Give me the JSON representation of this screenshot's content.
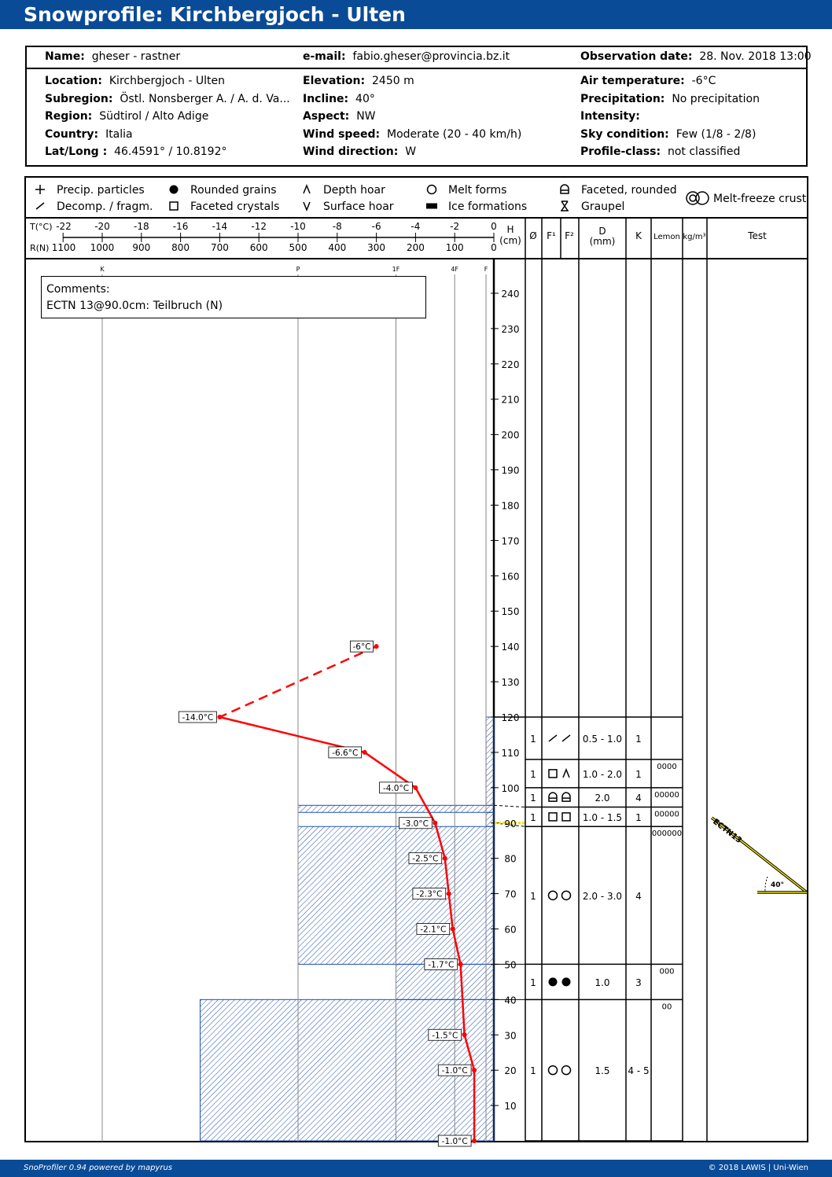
{
  "title": "Snowprofile: Kirchbergjoch - Ulten",
  "info": {
    "name_label": "Name:",
    "name": "gheser - rastner",
    "email_label": "e-mail:",
    "email": "fabio.gheser@provincia.bz.it",
    "date_label": "Observation date:",
    "date": "28. Nov. 2018 13:00",
    "rows": [
      [
        {
          "k": "Location:",
          "v": "Kirchbergjoch - Ulten"
        },
        {
          "k": "Elevation:",
          "v": "2450 m"
        },
        {
          "k": "Air temperature:",
          "v": "-6°C"
        }
      ],
      [
        {
          "k": "Subregion:",
          "v": "Östl. Nonsberger A. / A. d. Va..."
        },
        {
          "k": "Incline:",
          "v": "40°"
        },
        {
          "k": "Precipitation:",
          "v": "No precipitation"
        }
      ],
      [
        {
          "k": "Region:",
          "v": "Südtirol / Alto Adige"
        },
        {
          "k": "Aspect:",
          "v": "NW"
        },
        {
          "k": "Intensity:",
          "v": ""
        }
      ],
      [
        {
          "k": "Country:",
          "v": "Italia"
        },
        {
          "k": "Wind speed:",
          "v": "Moderate (20 - 40 km/h)"
        },
        {
          "k": "Sky condition:",
          "v": "Few (1/8 - 2/8)"
        }
      ],
      [
        {
          "k": "Lat/Long :",
          "v": "46.4591° / 10.8192°"
        },
        {
          "k": "Wind direction:",
          "v": "W"
        },
        {
          "k": "Profile-class:",
          "v": "not classified"
        }
      ]
    ]
  },
  "legend": [
    {
      "icon": "plus",
      "label": "Precip. particles"
    },
    {
      "icon": "slash",
      "label": "Decomp. / fragm."
    },
    {
      "icon": "dot",
      "label": "Rounded grains"
    },
    {
      "icon": "square",
      "label": "Faceted crystals"
    },
    {
      "icon": "caret-up",
      "label": "Depth hoar"
    },
    {
      "icon": "caret-down",
      "label": "Surface hoar"
    },
    {
      "icon": "circle",
      "label": "Melt forms"
    },
    {
      "icon": "bar",
      "label": "Ice formations"
    },
    {
      "icon": "faceted-rounded",
      "label": "Faceted, rounded"
    },
    {
      "icon": "graupel",
      "label": "Graupel"
    },
    {
      "icon": "melt-freeze",
      "label": "Melt-freeze crust"
    }
  ],
  "columns": {
    "h": "H",
    "h_unit": "(cm)",
    "o": "Ø",
    "f1": "F¹",
    "f2": "F²",
    "d": "D",
    "d_unit": "(mm)",
    "k": "K",
    "lemon": "Lemon",
    "density": "kg/m³",
    "test": "Test"
  },
  "comments": {
    "label": "Comments:",
    "text": "ECTN 13@90.0cm: Teilbruch (N)"
  },
  "footer": {
    "left": "SnoProfiler 0.94 powered by mapyrus",
    "right": "© 2018 LAWIS | Uni-Wien"
  },
  "chart_data": {
    "type": "line",
    "title": "Snowprofile temperature and hardness",
    "t_axis": {
      "label": "T(°C)",
      "ticks": [
        -22,
        -20,
        -18,
        -16,
        -14,
        -12,
        -10,
        -8,
        -6,
        -4,
        -2,
        0
      ]
    },
    "r_axis": {
      "label": "R(N)",
      "ticks": [
        1100,
        1000,
        900,
        800,
        700,
        600,
        500,
        400,
        300,
        200,
        100,
        0
      ]
    },
    "hardness_ticks": [
      {
        "label": "K",
        "r": 1000
      },
      {
        "label": "P",
        "r": 500
      },
      {
        "label": "1F",
        "r": 250
      },
      {
        "label": "4F",
        "r": 100
      },
      {
        "label": "F",
        "r": 20
      }
    ],
    "h_axis": {
      "label": "H (cm)",
      "ticks": [
        10,
        20,
        30,
        40,
        50,
        60,
        70,
        80,
        90,
        100,
        110,
        120,
        130,
        140,
        150,
        160,
        170,
        180,
        190,
        200,
        210,
        220,
        230,
        240
      ]
    },
    "air_temperature": {
      "h": 140,
      "t": -6,
      "label": "-6°C"
    },
    "temperature": [
      {
        "h": 120,
        "t": -14.0,
        "label": "-14.0°C"
      },
      {
        "h": 110,
        "t": -6.6,
        "label": "-6.6°C"
      },
      {
        "h": 100,
        "t": -4.0,
        "label": "-4.0°C"
      },
      {
        "h": 90,
        "t": -3.0,
        "label": "-3.0°C"
      },
      {
        "h": 80,
        "t": -2.5,
        "label": "-2.5°C"
      },
      {
        "h": 70,
        "t": -2.3,
        "label": "-2.3°C"
      },
      {
        "h": 60,
        "t": -2.1,
        "label": "-2.1°C"
      },
      {
        "h": 50,
        "t": -1.7,
        "label": "-1.7°C"
      },
      {
        "h": 30,
        "t": -1.5,
        "label": "-1.5°C"
      },
      {
        "h": 20,
        "t": -1.0,
        "label": "-1.0°C"
      },
      {
        "h": 0,
        "t": -1.0,
        "label": "-1.0°C"
      }
    ],
    "hardness": [
      {
        "from": 0,
        "to": 40,
        "r": 750
      },
      {
        "from": 40,
        "to": 50,
        "r": 250
      },
      {
        "from": 50,
        "to": 89,
        "r": 500
      },
      {
        "from": 89,
        "to": 93,
        "r": 20
      },
      {
        "from": 93,
        "to": 95,
        "r": 500
      },
      {
        "from": 95,
        "to": 120,
        "r": 20
      }
    ],
    "layers": [
      {
        "from": 108,
        "to": 120,
        "top_profile": 120,
        "o": "1",
        "f1": "slash",
        "f2": "slash",
        "d": "0.5 - 1.0",
        "k": "1",
        "lemon": ""
      },
      {
        "from": 100,
        "to": 108,
        "top_profile": 108,
        "o": "1",
        "f1": "square",
        "f2": "caret-up",
        "d": "1.0 - 2.0",
        "k": "1",
        "lemon": "0000"
      },
      {
        "from": 94.5,
        "to": 100,
        "top_profile": 100,
        "o": "1",
        "f1": "faceted-rounded",
        "f2": "faceted-rounded",
        "d": "2.0",
        "k": "4",
        "lemon": "00000"
      },
      {
        "from": 89,
        "to": 94.5,
        "top_profile": 95,
        "o": "1",
        "f1": "square",
        "f2": "square",
        "d": "1.0 - 1.5",
        "k": "1",
        "lemon": "00000"
      },
      {
        "from": 50,
        "to": 89,
        "top_profile": 90,
        "o": "1",
        "f1": "circle",
        "f2": "circle",
        "d": "2.0 - 3.0",
        "k": "4",
        "lemon": "000000"
      },
      {
        "from": 40,
        "to": 50,
        "top_profile": 50,
        "o": "1",
        "f1": "dot",
        "f2": "dot",
        "d": "1.0",
        "k": "3",
        "lemon": "000"
      },
      {
        "from": 0,
        "to": 40,
        "top_profile": 40,
        "o": "1",
        "f1": "circle",
        "f2": "circle",
        "d": "1.5",
        "k": "4 - 5",
        "lemon": "00"
      }
    ],
    "test": {
      "name": "ECTN13",
      "h": 90,
      "angle": "40°"
    },
    "colors": {
      "temperature": "#ff0000",
      "hardness": "#1f4fb0",
      "test": "#f0e000",
      "brand": "#0a4b97"
    }
  }
}
